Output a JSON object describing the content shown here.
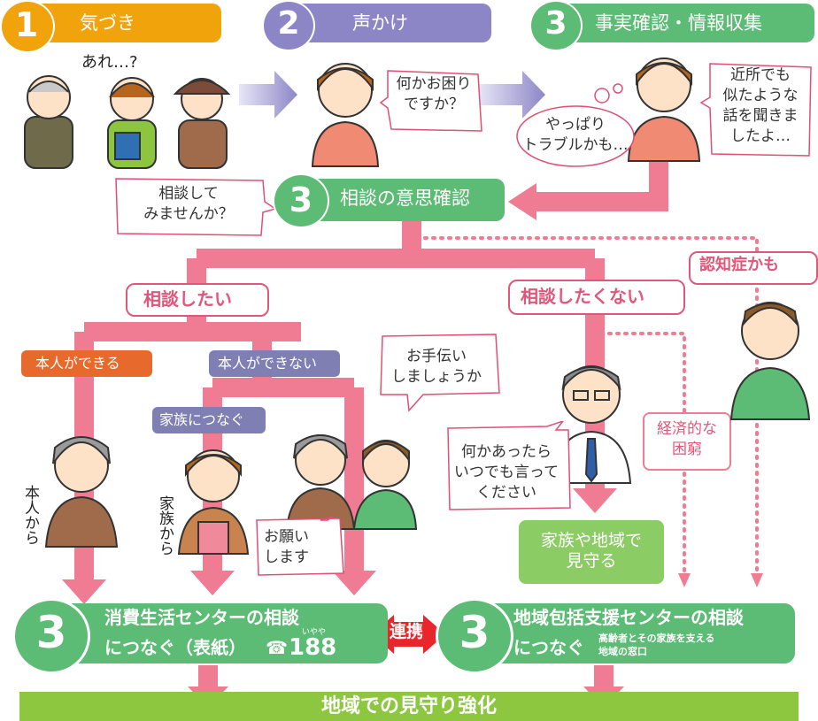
{
  "steps": {
    "notice": {
      "num": "1",
      "label": "気づき",
      "color": "#f0a30a"
    },
    "call": {
      "num": "2",
      "label": "声かけ",
      "color": "#8c86c6"
    },
    "fact": {
      "num": "3",
      "label": "事実確認・情報収集",
      "color": "#5cbb74"
    },
    "intent": {
      "num": "3",
      "label": "相談の意思確認",
      "color": "#5cbb74"
    },
    "center": {
      "num": "3",
      "line1": "消費生活センターの相談",
      "line2": "につなぐ（表紙）",
      "tel_icon": "phone-icon",
      "tel_ruby": "いやや",
      "tel": "188"
    },
    "support": {
      "num": "3",
      "line1": "地域包括支援センターの相談",
      "line2": "につなぐ",
      "note1": "高齢者とその家族を支える",
      "note2": "地域の窓口"
    }
  },
  "speech": {
    "are": "あれ…?",
    "nanika": "何かお困り\nですか？",
    "yappari": "やっぱり\nトラブルかも…",
    "kinjo": "近所でも\n似たような\n話を聞きま\nしたよ…",
    "soudan_shite": "相談して\nみませんか？",
    "otetsudai": "お手伝い\nしましょうか",
    "nanika_attara": "何かあったら\nいつでも言って\nください",
    "onegai": "お願い\nします"
  },
  "branches": {
    "want": "相談したい",
    "not_want": "相談したくない",
    "dementia": "認知症かも",
    "self_can": "本人ができる",
    "self_cannot": "本人ができない",
    "family_connect": "家族につなぐ",
    "from_self": "本人から",
    "from_family": "家族から",
    "economic": "経済的な\n困窮",
    "watch": "家族や地域で\n見守る"
  },
  "cooperation": "連携",
  "bottom_banner": "地域での見守り強化",
  "colors": {
    "pink_flow": "#f07c93",
    "green": "#5cbb74",
    "light_green": "#8ccc64",
    "banner_green": "#8dc63f",
    "orange_tag": "#e8692c",
    "purple_tag": "#7f7fb4",
    "red_arrow": "#e8262c"
  }
}
